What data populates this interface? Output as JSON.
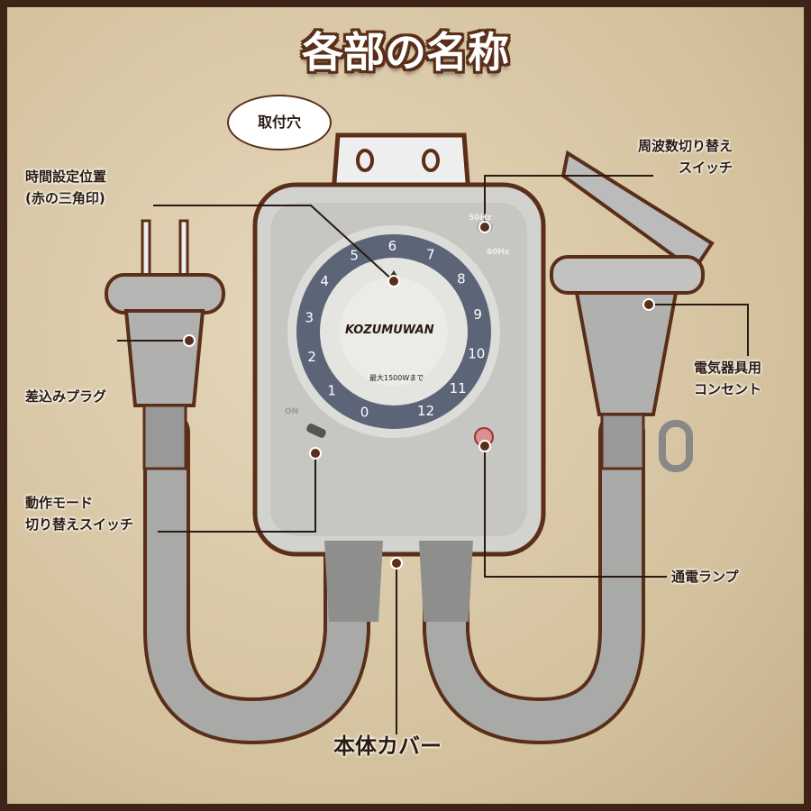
{
  "title": "各部の名称",
  "labels": {
    "mount_hole": "取付穴",
    "time_setting_1": "時間設定位置",
    "time_setting_2": "(赤の三角印)",
    "freq_switch_1": "周波数切り替え",
    "freq_switch_2": "スイッチ",
    "plug": "差込みプラグ",
    "outlet_1": "電気器具用",
    "outlet_2": "コンセント",
    "mode_switch_1": "動作モード",
    "mode_switch_2": "切り替えスイッチ",
    "power_lamp": "通電ランプ",
    "body_cover": "本体カバー"
  },
  "device": {
    "brand": "KOZUMUWAN",
    "max_load": "最大1500Wまで",
    "freq_50": "50Hz",
    "freq_60": "60Hz",
    "mode_on": "ON",
    "dial_numbers": [
      "0",
      "1",
      "2",
      "3",
      "4",
      "5",
      "6",
      "7",
      "8",
      "9",
      "10",
      "11",
      "12"
    ]
  },
  "colors": {
    "frame": "#3e2416",
    "outline": "#5a2e18",
    "dial_ring": "#5c6478",
    "body": "#c9c9c6"
  }
}
